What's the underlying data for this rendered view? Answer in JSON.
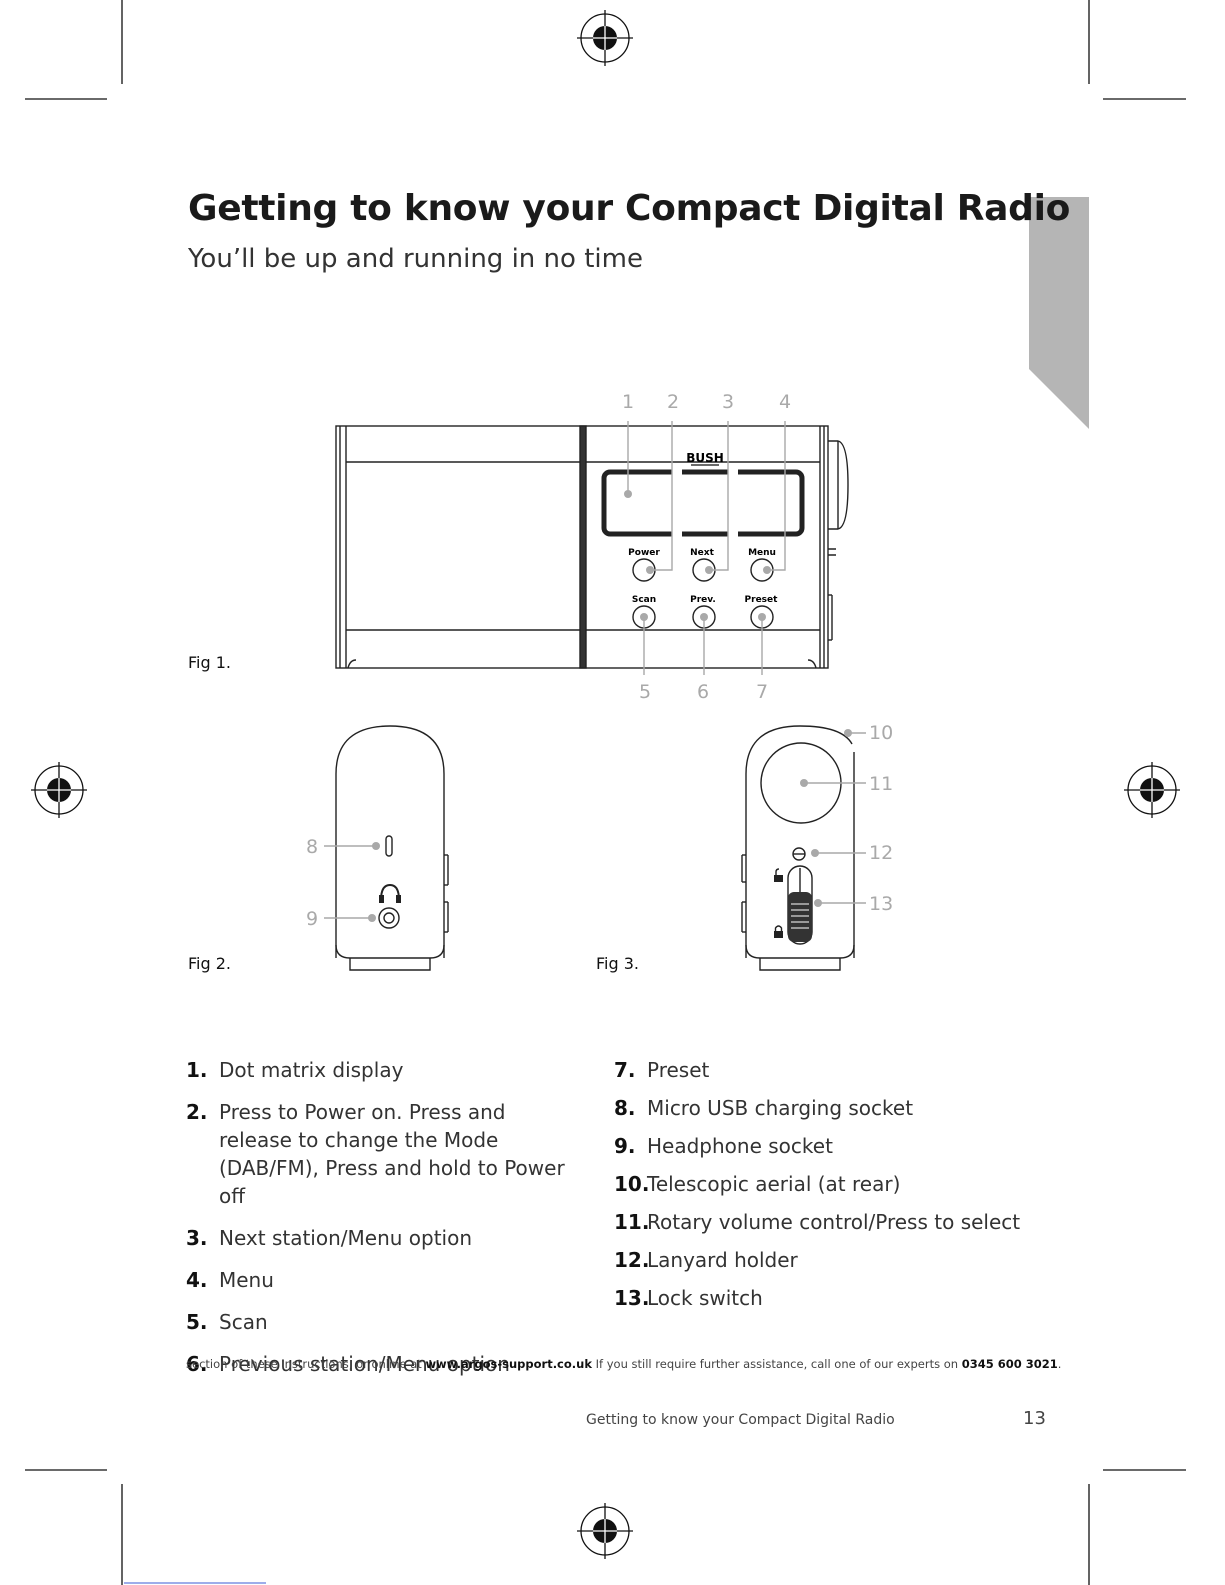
{
  "page": {
    "title": "Getting to know your Compact Digital Radio",
    "subtitle": "You’ll be up and running in no time",
    "running_footer": "Getting to know your Compact Digital Radio",
    "page_number": "13"
  },
  "figures": {
    "fig1": "Fig 1.",
    "fig2": "Fig 2.",
    "fig3": "Fig 3."
  },
  "device": {
    "brand": "BUSH",
    "buttons": {
      "power": "Power",
      "next": "Next",
      "menu": "Menu",
      "scan": "Scan",
      "prev": "Prev.",
      "preset": "Preset"
    }
  },
  "callouts": [
    "1",
    "2",
    "3",
    "4",
    "5",
    "6",
    "7",
    "8",
    "9",
    "10",
    "11",
    "12",
    "13"
  ],
  "parts_left": [
    {
      "num": "1.",
      "text": "Dot matrix display"
    },
    {
      "num": "2.",
      "text": "Press to Power on. Press and release to change the Mode (DAB/FM), Press and hold to Power off"
    },
    {
      "num": "3.",
      "text": "Next station/Menu option"
    },
    {
      "num": "4.",
      "text": "Menu"
    },
    {
      "num": "5.",
      "text": "Scan"
    },
    {
      "num": "6.",
      "text": "Previous station/Menu option"
    }
  ],
  "parts_right": [
    {
      "num": "7.",
      "text": "Preset"
    },
    {
      "num": "8.",
      "text": "Micro USB charging socket"
    },
    {
      "num": "9.",
      "text": "Headphone socket"
    },
    {
      "num": "10.",
      "text": "Telescopic aerial (at rear)"
    },
    {
      "num": "11.",
      "text": "Rotary volume control/Press to select"
    },
    {
      "num": "12.",
      "text": "Lanyard holder"
    },
    {
      "num": "13.",
      "text": "Lock switch"
    }
  ],
  "footer_note": {
    "prefix": "section of these instructions,  or online at ",
    "url": "www.argos-support.co.uk",
    "middle": " If you still require further assistance, call one of our experts on ",
    "phone": "0345 600 3021",
    "suffix": "."
  }
}
